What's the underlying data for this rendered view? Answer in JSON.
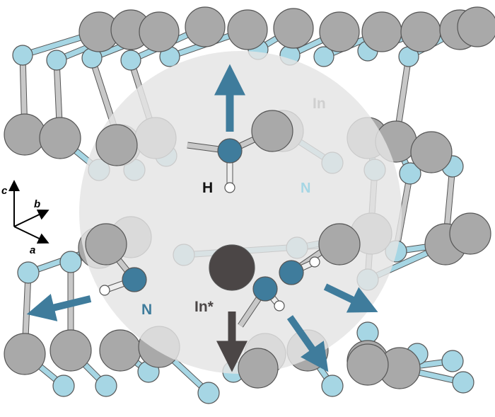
{
  "labels": {
    "in_bulk": "In",
    "n_bulk": "N",
    "h": "H",
    "n_defect": "N",
    "in_star": "In*"
  },
  "axes": {
    "c": "c",
    "b": "b",
    "a": "a"
  },
  "colors": {
    "indium": "#a9a9a9",
    "nitrogen": "#a6d6e4",
    "nitrogen_defect": "#3f7c9c",
    "hydrogen": "#ffffff",
    "in_star": "#4b4646",
    "arrow_blue": "#3f7c9c",
    "arrow_gray": "#4b4646",
    "sphere": "#e6e6e6"
  }
}
